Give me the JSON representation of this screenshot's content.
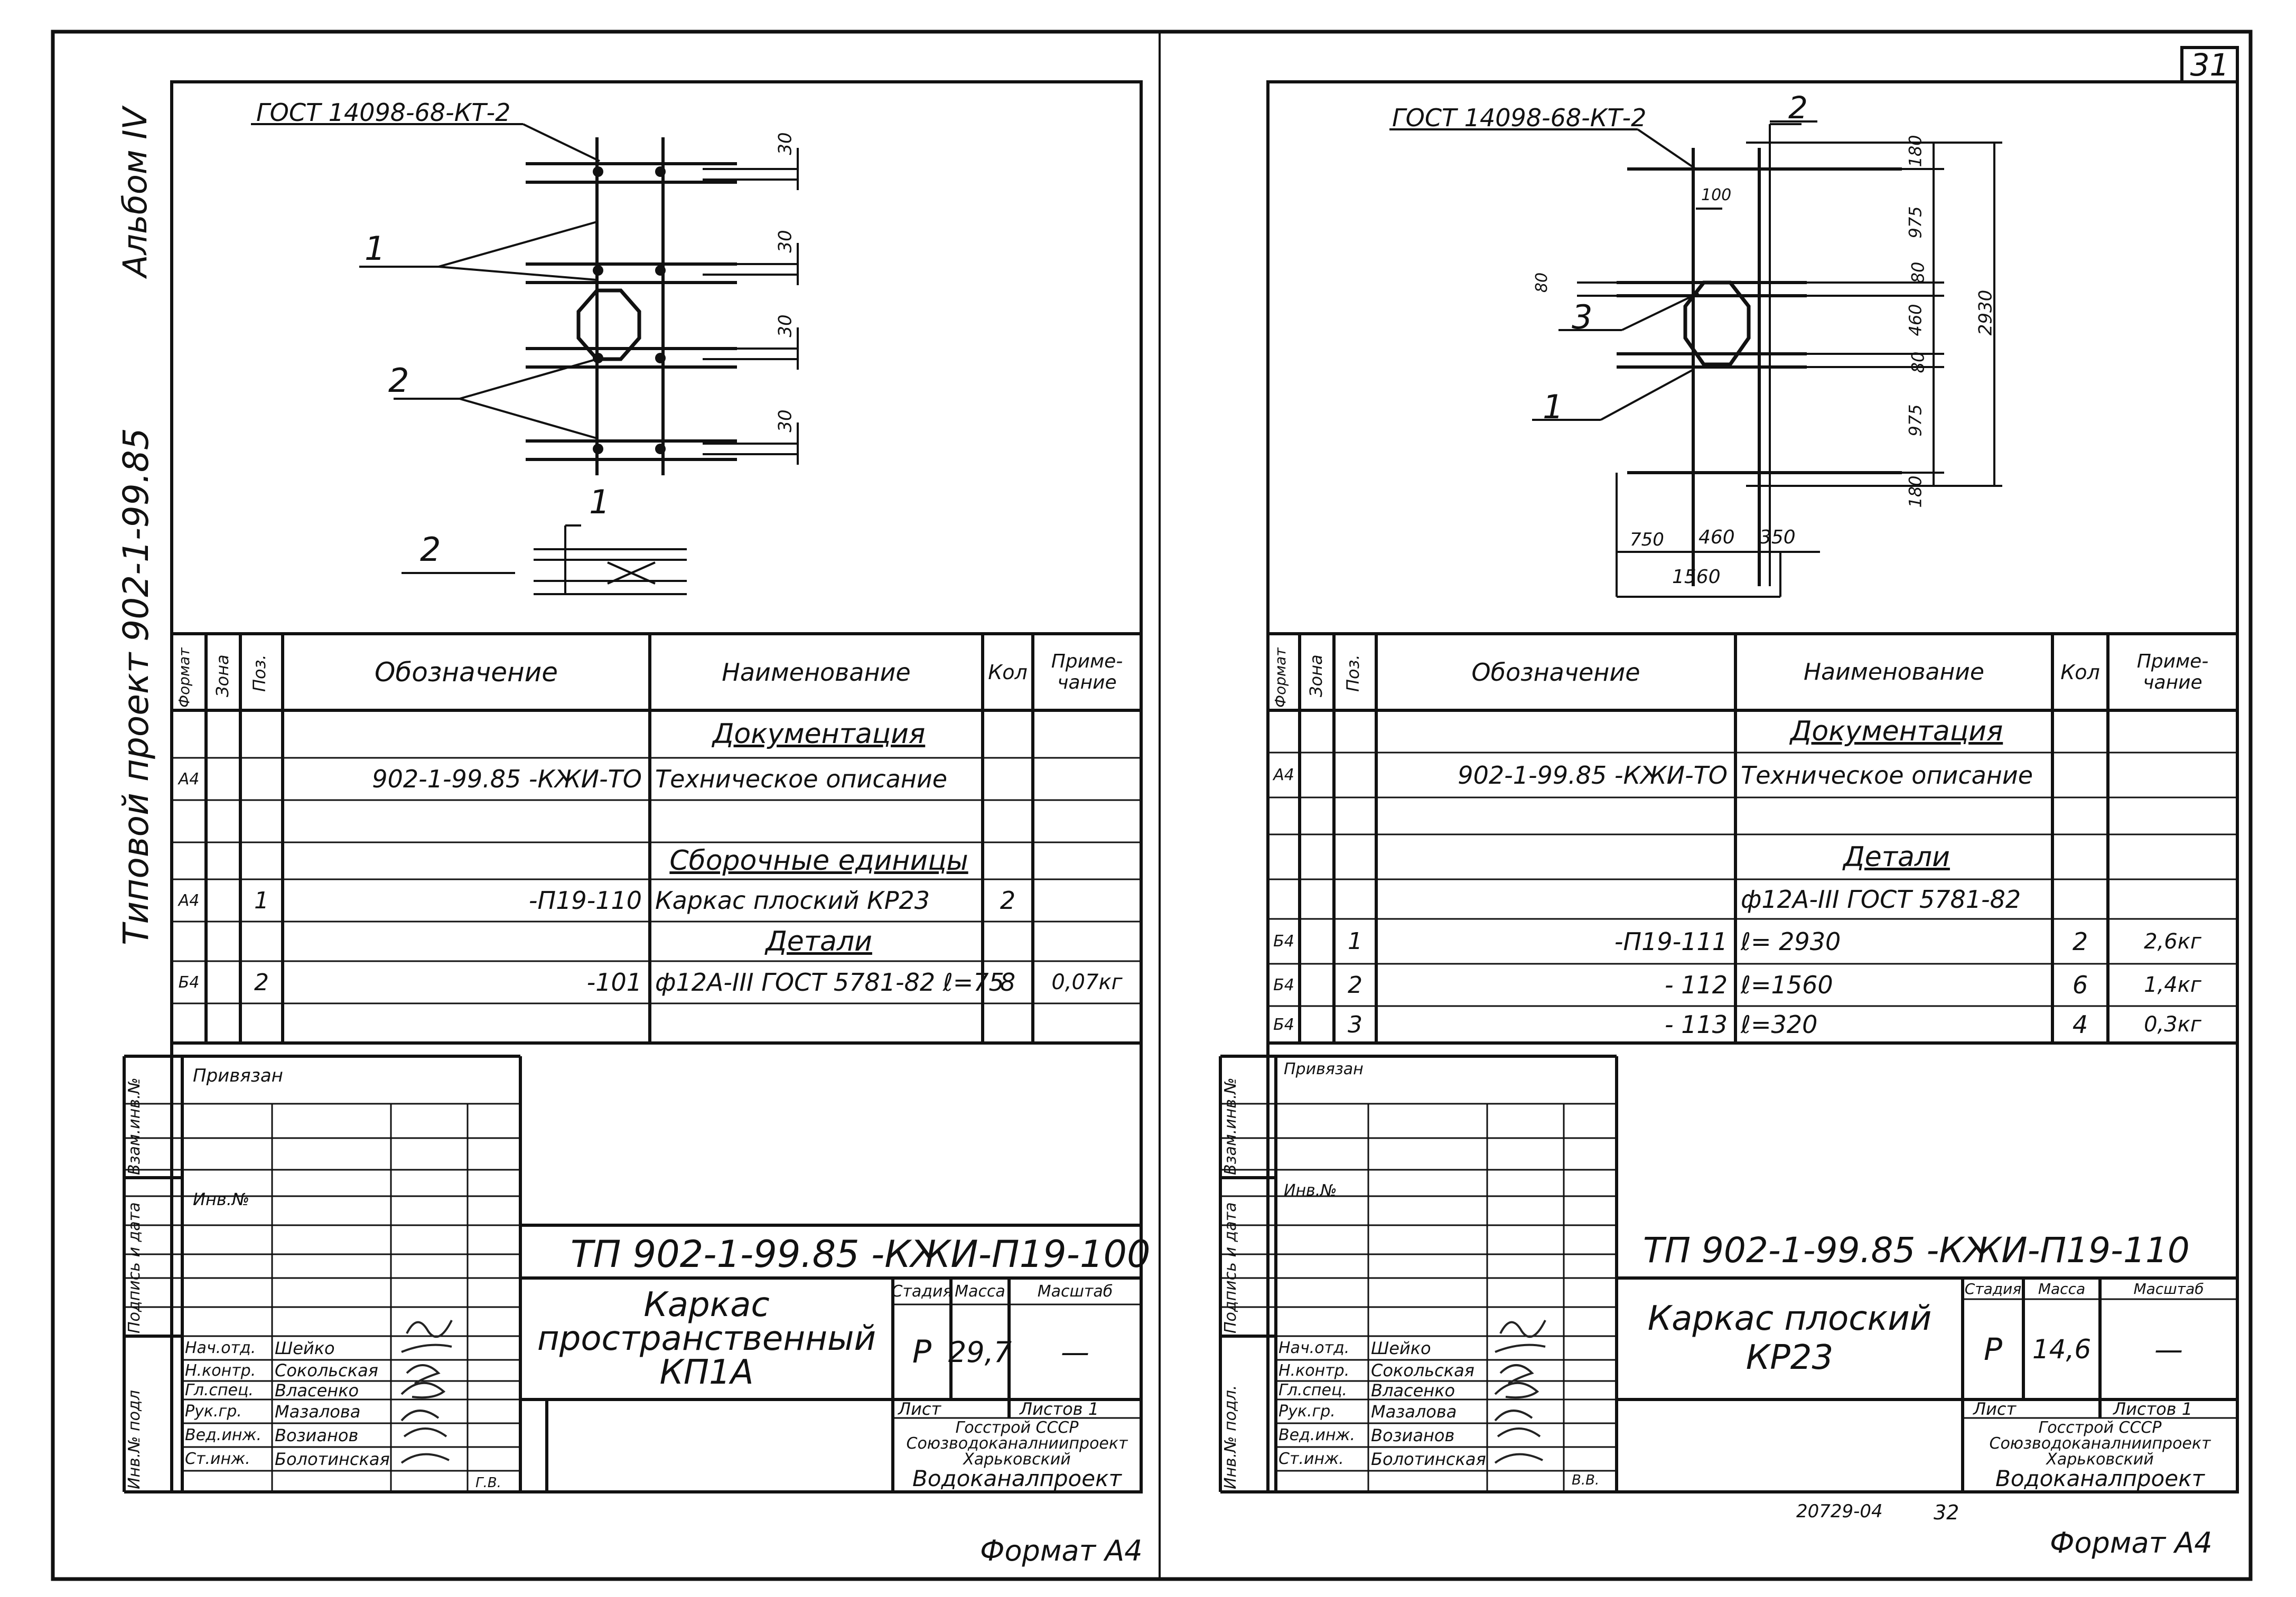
{
  "left": {
    "album": "Альбом IV",
    "project": "Типовой проект 902-1-99.85",
    "gost": "ГОСТ 14098-68-КТ-2",
    "dim": "30",
    "pos1": "1",
    "pos2": "2",
    "headers": {
      "format": "Формат",
      "zone": "Зона",
      "pos": "Поз.",
      "designation": "Обозначение",
      "name": "Наименование",
      "qty": "Кол",
      "note": "Приме-чание"
    },
    "rows": [
      {
        "format": "",
        "pos": "",
        "des": "",
        "name": "Документация",
        "qty": "",
        "note": "",
        "section": true
      },
      {
        "format": "А4",
        "pos": "",
        "des": "902-1-99.85   -КЖИ-ТО",
        "name": "Техническое описание",
        "qty": "",
        "note": ""
      },
      {
        "format": "",
        "pos": "",
        "des": "",
        "name": "",
        "qty": "",
        "note": ""
      },
      {
        "format": "",
        "pos": "",
        "des": "",
        "name": "Сборочные единицы",
        "qty": "",
        "note": "",
        "section": true
      },
      {
        "format": "А4",
        "pos": "1",
        "des": "-П19-110",
        "name": "Каркас плоский КР23",
        "qty": "2",
        "note": ""
      },
      {
        "format": "",
        "pos": "",
        "des": "",
        "name": "Детали",
        "qty": "",
        "note": "",
        "section": true
      },
      {
        "format": "Б4",
        "pos": "2",
        "des": "-101",
        "name": "ф12А-III ГОСТ 5781-82 ℓ=75",
        "qty": "8",
        "note": "0,07кг"
      },
      {
        "format": "",
        "pos": "",
        "des": "",
        "name": "",
        "qty": "",
        "note": ""
      }
    ],
    "side": {
      "vzam": "Взам.инв.№",
      "podp": "Подпись и дата",
      "inv": "Инв.№ подл"
    },
    "privyazan": "Привязан",
    "invno": "Инв.№",
    "code": "ТП 902-1-99.85  -КЖИ-П19-100",
    "title": [
      "Каркас",
      "пространственный",
      "КП1А"
    ],
    "stage_label": "Стадия",
    "mass_label": "Масса",
    "scale_label": "Масштаб",
    "stage": "Р",
    "mass": "29,7",
    "scale": "—",
    "sheet_label": "Лист",
    "sheets_label": "Листов 1",
    "org": [
      "Госстрой СССР",
      "Союзводоканалниипроект",
      "Харьковский",
      "Водоканалпроект"
    ],
    "signers": [
      {
        "role": "Нач.отд.",
        "name": "Шейко"
      },
      {
        "role": "Н.контр.",
        "name": "Сокольская"
      },
      {
        "role": "Гл.спец.",
        "name": "Власенко"
      },
      {
        "role": "Рук.гр.",
        "name": "Мазалова"
      },
      {
        "role": "Вед.инж.",
        "name": "Возианов"
      },
      {
        "role": "Ст.инж.",
        "name": "Болотинская"
      }
    ],
    "stamp": "Г.В.",
    "format": "Формат А4"
  },
  "right": {
    "sheet_no": "31",
    "gost": "ГОСТ 14098-68-КТ-2",
    "pos1": "1",
    "pos2": "2",
    "pos3": "3",
    "dims": {
      "d100": "100",
      "d80": "80",
      "d180": "180",
      "d975": "975",
      "d460": "460",
      "d2930": "2930",
      "d750": "750",
      "d350": "350",
      "d1560": "1560"
    },
    "headers": {
      "format": "Формат",
      "zone": "Зона",
      "pos": "Поз.",
      "designation": "Обозначение",
      "name": "Наименование",
      "qty": "Кол",
      "note": "Приме-чание"
    },
    "rows": [
      {
        "format": "",
        "pos": "",
        "des": "",
        "name": "Документация",
        "qty": "",
        "note": "",
        "section": true
      },
      {
        "format": "А4",
        "pos": "",
        "des": "902-1-99.85  -КЖИ-ТО",
        "name": "Техническое описание",
        "qty": "",
        "note": ""
      },
      {
        "format": "",
        "pos": "",
        "des": "",
        "name": "",
        "qty": "",
        "note": ""
      },
      {
        "format": "",
        "pos": "",
        "des": "",
        "name": "Детали",
        "qty": "",
        "note": "",
        "section": true
      },
      {
        "format": "",
        "pos": "",
        "des": "",
        "name": "ф12А-III ГОСТ 5781-82",
        "qty": "",
        "note": ""
      },
      {
        "format": "Б4",
        "pos": "1",
        "des": "-П19-111",
        "name": "ℓ= 2930",
        "qty": "2",
        "note": "2,6кг"
      },
      {
        "format": "Б4",
        "pos": "2",
        "des": "- 112",
        "name": "ℓ=1560",
        "qty": "6",
        "note": "1,4кг"
      },
      {
        "format": "Б4",
        "pos": "3",
        "des": "- 113",
        "name": "ℓ=320",
        "qty": "4",
        "note": "0,3кг"
      }
    ],
    "side": {
      "vzam": "Взам.инв.№",
      "podp": "Подпись и дата",
      "inv": "Инв.№ подл."
    },
    "privyazan": "Привязан",
    "invno": "Инв.№",
    "code": "ТП 902-1-99.85 -КЖИ-П19-110",
    "title": [
      "Каркас плоский",
      "КР23"
    ],
    "stage_label": "Стадия",
    "mass_label": "Масса",
    "scale_label": "Масштаб",
    "stage": "Р",
    "mass": "14,6",
    "scale": "—",
    "sheet_label": "Лист",
    "sheets_label": "Листов 1",
    "org": [
      "Госстрой СССР",
      "Союзводоканалниипроект",
      "Харьковский",
      "Водоканалпроект"
    ],
    "signers": [
      {
        "role": "Нач.отд.",
        "name": "Шейко"
      },
      {
        "role": "Н.контр.",
        "name": "Сокольская"
      },
      {
        "role": "Гл.спец.",
        "name": "Власенко"
      },
      {
        "role": "Рук.гр.",
        "name": "Мазалова"
      },
      {
        "role": "Вед.инж.",
        "name": "Возианов"
      },
      {
        "role": "Ст.инж.",
        "name": "Болотинская"
      }
    ],
    "stamp": "В.В.",
    "number": "20729-04",
    "page": "32",
    "format": "Формат А4"
  }
}
